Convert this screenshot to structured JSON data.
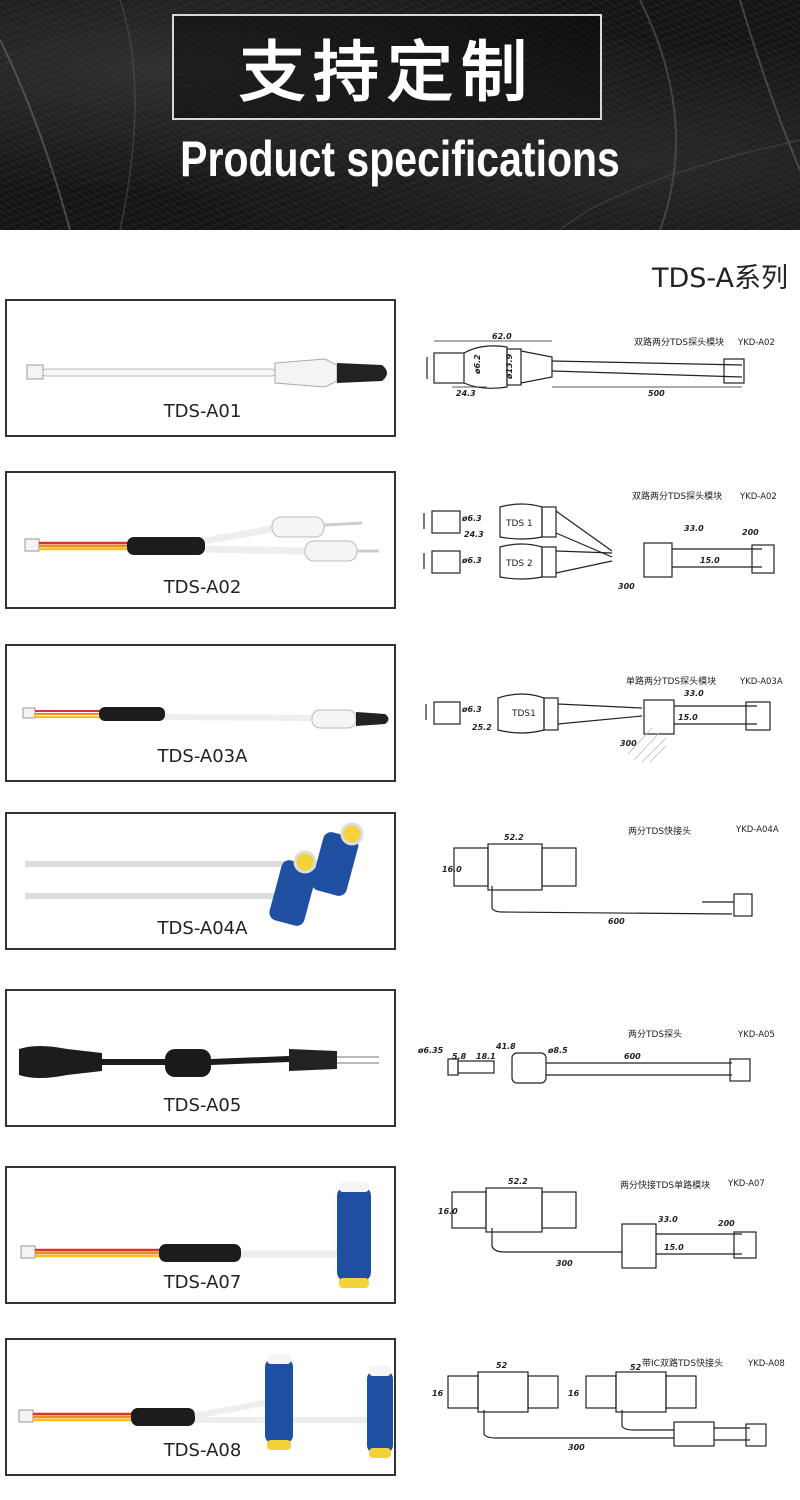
{
  "header": {
    "title_cn": "支持定制",
    "title_en": "Product specifications"
  },
  "series_label": "TDS-A系列",
  "products": [
    {
      "model": "TDS-A01",
      "drawing_title": "双路两分TDS探头模块",
      "drawing_code": "YKD-A02",
      "dims": [
        "62.0",
        "24.3",
        "500",
        "ø6.2",
        "ø13.9"
      ]
    },
    {
      "model": "TDS-A02",
      "drawing_title": "双路两分TDS探头模块",
      "drawing_code": "YKD-A02",
      "probe_labels": [
        "TDS 1",
        "TDS 2"
      ],
      "dims": [
        "24.3",
        "33.0",
        "200",
        "300",
        "ø6.3",
        "ø6.3",
        "15.0"
      ]
    },
    {
      "model": "TDS-A03A",
      "drawing_title": "单路两分TDS探头模块",
      "drawing_code": "YKD-A03A",
      "probe_labels": [
        "TDS1"
      ],
      "dims": [
        "33.0",
        "25.2",
        "300",
        "ø6.3",
        "15.0"
      ]
    },
    {
      "model": "TDS-A04A",
      "drawing_title": "两分TDS快接头",
      "drawing_code": "YKD-A04A",
      "dims": [
        "52.2",
        "16.0",
        "600"
      ]
    },
    {
      "model": "TDS-A05",
      "drawing_title": "两分TDS探头",
      "drawing_code": "YKD-A05",
      "dims": [
        "41.8",
        "5.8",
        "18.1",
        "600",
        "ø6.35",
        "ø8.5"
      ]
    },
    {
      "model": "TDS-A07",
      "drawing_title": "两分快接TDS单路模块",
      "drawing_code": "YKD-A07",
      "dims": [
        "52.2",
        "16.0",
        "33.0",
        "200",
        "300",
        "15.0"
      ]
    },
    {
      "model": "TDS-A08",
      "drawing_title": "带IC双路TDS快接头",
      "drawing_code": "YKD-A08",
      "dims": [
        "52",
        "52",
        "16",
        "16",
        "300"
      ]
    }
  ],
  "colors": {
    "header_bg": "#141414",
    "connector_blue": "#1f4fa0",
    "cap_yellow": "#f3d23a",
    "wire_red": "#d9342b",
    "wire_orange": "#f08a1c",
    "wire_yellow": "#f2c21a"
  }
}
